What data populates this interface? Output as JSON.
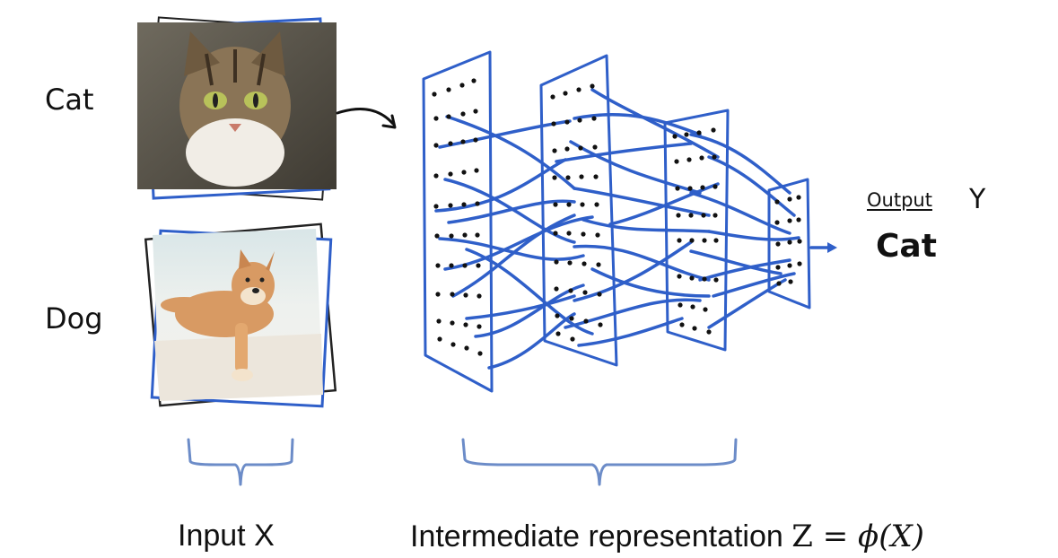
{
  "inputs": {
    "cat_label": "Cat",
    "dog_label": "Dog"
  },
  "output": {
    "word": "Output",
    "variable": "Y",
    "value": "Cat"
  },
  "captions": {
    "input": "Input X",
    "intermediate_text": "Intermediate representation",
    "formula_lhs": "Z",
    "formula_eq": "=",
    "formula_phi": "ϕ",
    "formula_arg": "(X)"
  },
  "colors": {
    "network_blue": "#2f5fc9",
    "brace_blue": "#6c8cc8",
    "ink": "#111111"
  },
  "icons": [
    "cat-photo-icon",
    "dog-photo-icon",
    "arrow-right-icon"
  ]
}
